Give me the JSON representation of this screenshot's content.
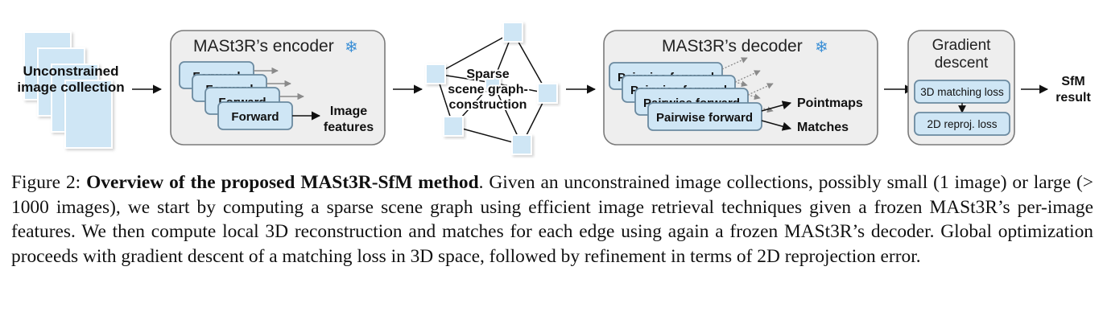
{
  "input": {
    "label_line1": "Unconstrained",
    "label_line2": "image collection"
  },
  "encoder": {
    "title": "MASt3R’s encoder",
    "snowflake": "❄",
    "block_label": "Forward",
    "output_line1": "Image",
    "output_line2": "features"
  },
  "scene_graph": {
    "line1": "Sparse",
    "line2": "scene graph-",
    "line3": "construction"
  },
  "decoder": {
    "title": "MASt3R’s decoder",
    "snowflake": "❄",
    "block_label": "Pairwise forward",
    "output_pointmaps": "Pointmaps",
    "output_matches": "Matches"
  },
  "gradient": {
    "title_line1": "Gradient",
    "title_line2": "descent",
    "loss3d": "3D matching loss",
    "loss2d": "2D reproj. loss"
  },
  "result": {
    "line1": "SfM",
    "line2": "result"
  },
  "colors": {
    "box_fill": "#cfe6f5",
    "box_stroke": "#6b8aa0",
    "panel_fill": "#eeeeee",
    "panel_stroke": "#7a7a7a",
    "snowflake": "#3b8fd6"
  },
  "caption": {
    "prefix": "Figure 2: ",
    "bold": "Overview of the proposed MASt3R-SfM method",
    "text": ". Given an unconstrained image collections, possibly small (1 image) or large (> 1000 images), we start by computing a sparse scene graph using efficient image retrieval techniques given a frozen MASt3R’s per-image features. We then compute local 3D reconstruction and matches for each edge using again a frozen MASt3R’s decoder. Global optimization proceeds with gradient descent of a matching loss in 3D space, followed by refinement in terms of 2D reprojection error."
  }
}
